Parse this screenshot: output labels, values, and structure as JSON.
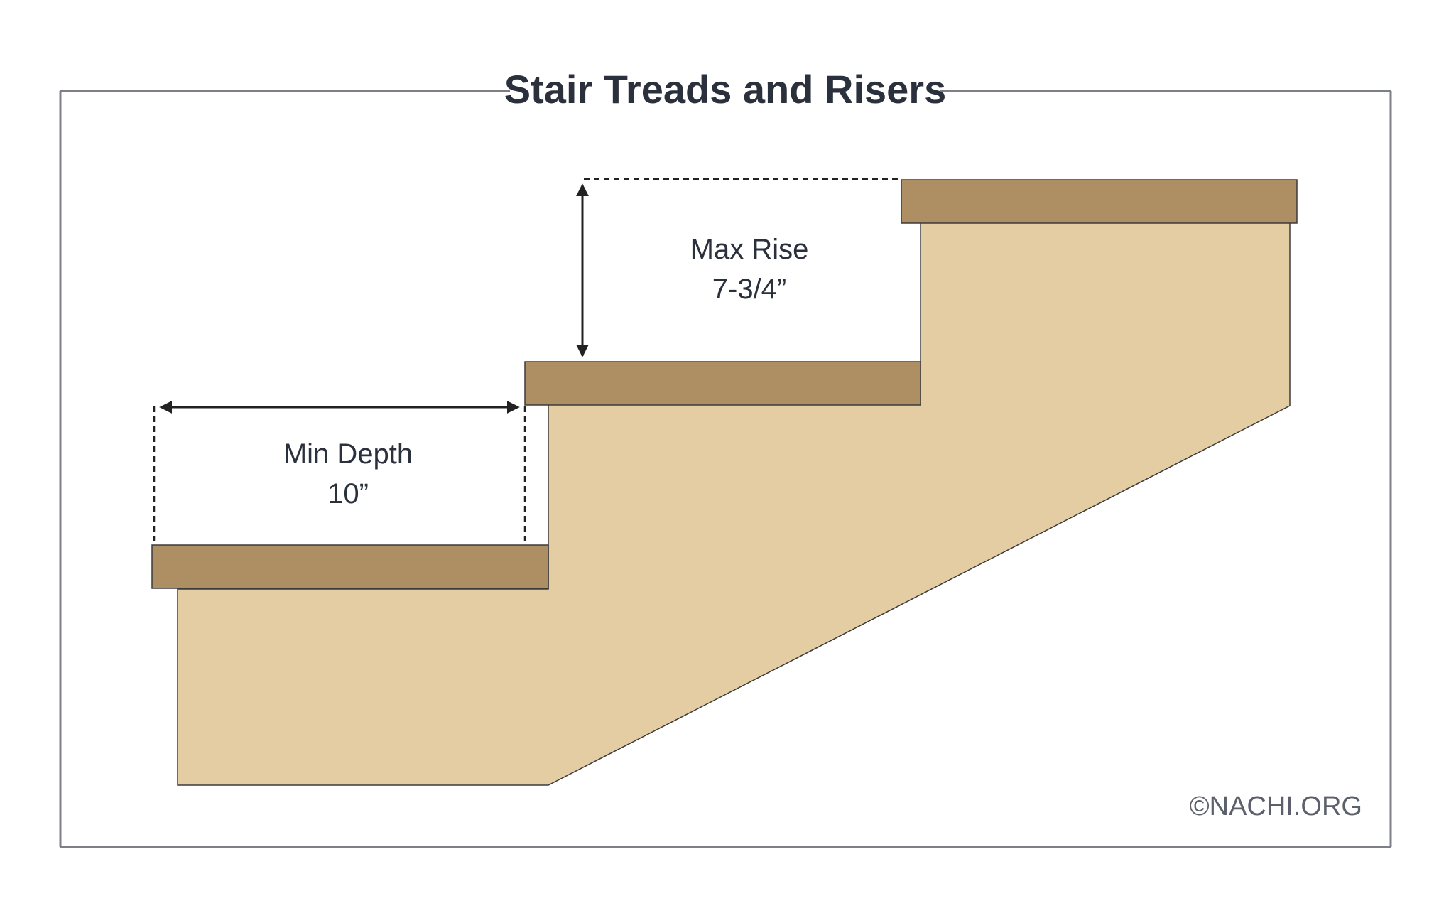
{
  "title": "Stair Treads and Risers",
  "labels": {
    "depth_line1": "Min Depth",
    "depth_line2": "10”",
    "rise_line1": "Max Rise",
    "rise_line2": "7-3/4”"
  },
  "credit": "©NACHI.ORG",
  "colors": {
    "frame": "#7d8089",
    "text": "#2b313c",
    "stringer": "#e5cda3",
    "tread": "#ae8f63",
    "outline": "#3b3b3b",
    "dimension": "#222222"
  }
}
